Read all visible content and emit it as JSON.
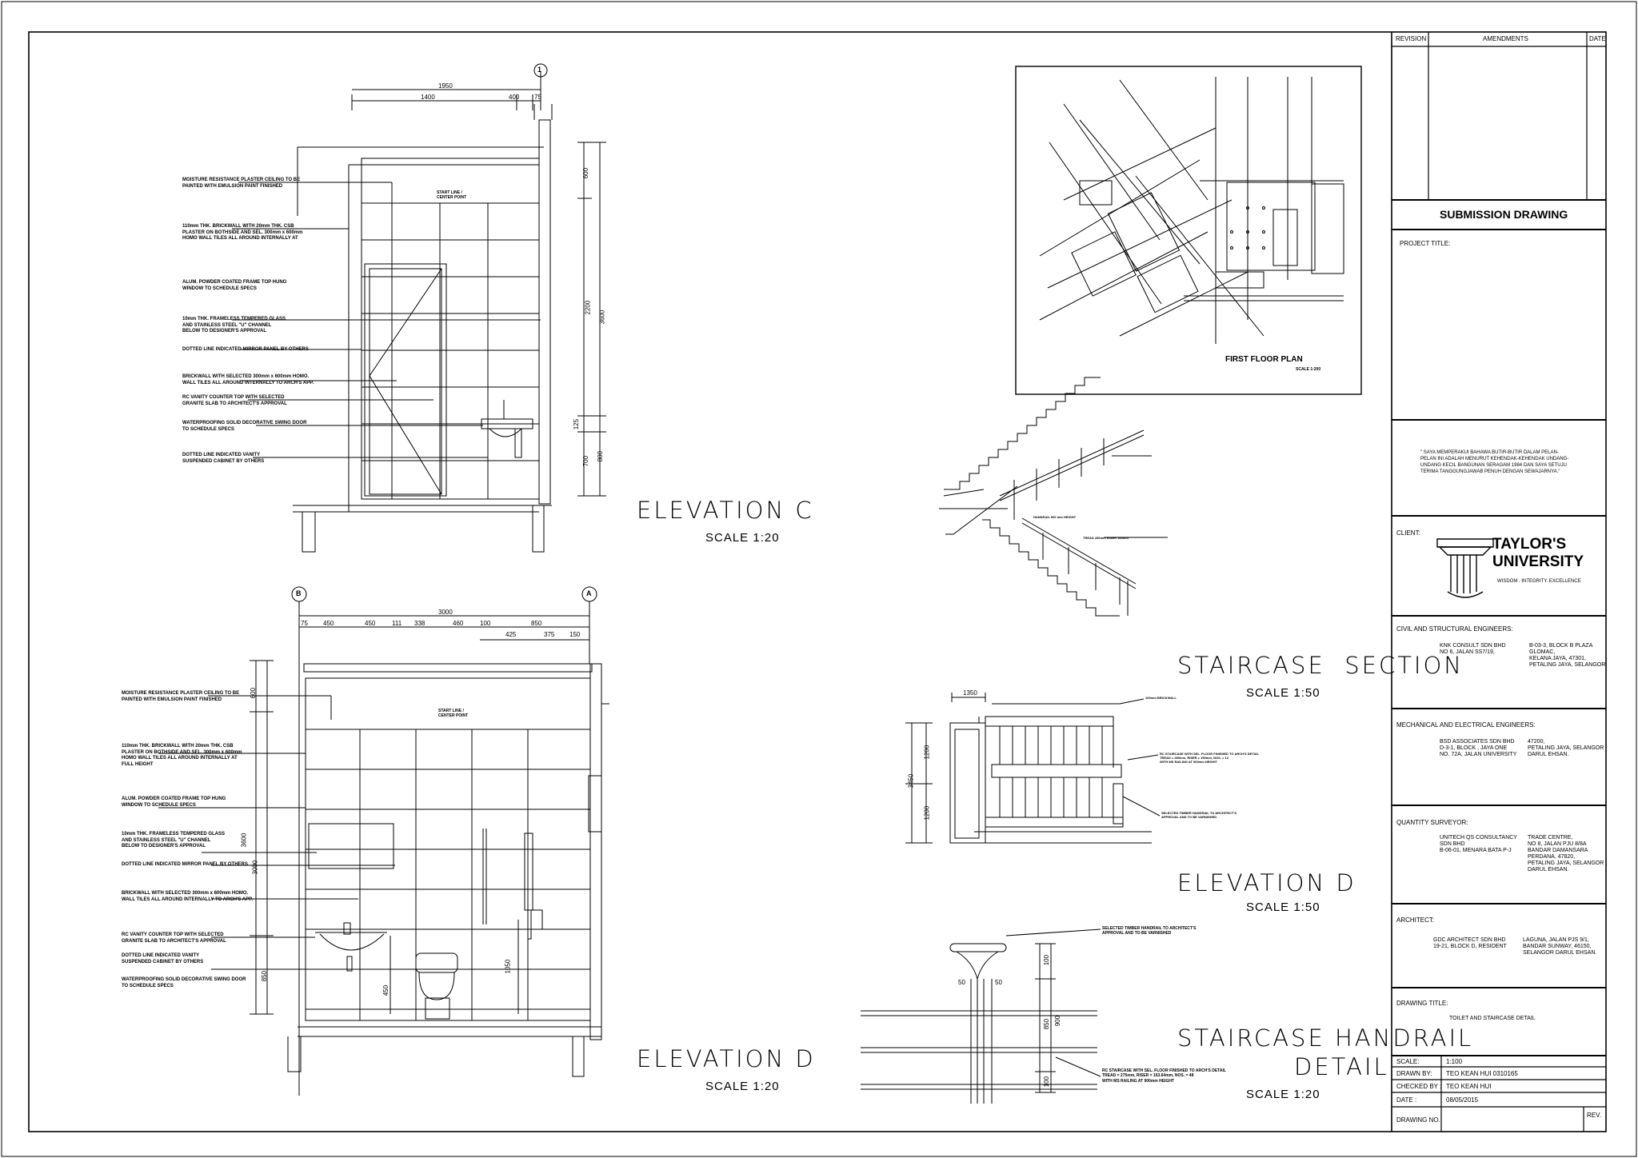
{
  "views": {
    "elev_c": {
      "title": "ELEVATION C",
      "scale": "SCALE 1:20"
    },
    "elev_d": {
      "title": "ELEVATION D",
      "scale": "SCALE 1:20"
    },
    "stair_section": {
      "title": "STAIRCASE  SECTION",
      "scale": "SCALE 1:50"
    },
    "stair_elev_d": {
      "title": "ELEVATION D",
      "scale": "SCALE 1:50"
    },
    "handrail": {
      "title1": "STAIRCASE HANDRAIL",
      "title2": "DETAIL",
      "scale": "SCALE 1:20"
    },
    "floor_plan": {
      "title": "FIRST FLOOR PLAN",
      "scale": "SCALE 1:200"
    }
  },
  "grid_markers": {
    "c1": "1",
    "dB": "B",
    "dA": "A"
  },
  "dims_c": {
    "total": "1950",
    "a": "1400",
    "b": "400",
    "c": "75",
    "v1": "600",
    "v2": "3600",
    "v3": "2200",
    "v4": "700",
    "v5": "800",
    "v6": "125"
  },
  "dims_d": {
    "total": "3000",
    "s1": "75",
    "s2": "450",
    "s3": "450",
    "s4": "111",
    "s5": "338",
    "s6": "460",
    "s7": "100",
    "s8": "850",
    "s9": "150",
    "t1": "425",
    "t2": "375",
    "v1": "600",
    "v2": "3600",
    "v3": "3000",
    "v4": "850",
    "v5": "1050",
    "v6": "450"
  },
  "dims_stair": {
    "top": "1350",
    "v1": "1200",
    "v2": "3450",
    "v3": "1200"
  },
  "dims_hand": {
    "a": "100",
    "b": "900",
    "c": "850",
    "d": "100",
    "e": "50",
    "f": "50"
  },
  "annotations_c": [
    "MOISTURE RESISTANCE PLASTER CEILING TO BE\nPAINTED WITH EMULSION PAINT FINISHED",
    "110mm THK. BRICKWALL WITH 20mm THK. CSB\nPLASTER ON BOTHSIDE AND SEL. 300mm x 600mm\nHOMO WALL TILES ALL AROUND INTERNALLY AT",
    "ALUM. POWDER COATED FRAME TOP HUNG\nWINDOW TO SCHEDULE SPECS",
    "10mm THK. FRAMELESS TEMPERED GLASS\nAND STAINLESS STEEL \"U\" CHANNEL\nBELOW TO DESIGNER'S APPROVAL",
    "DOTTED LINE INDICATED MIRROR PANEL BY OTHERS",
    "BRICKWALL WITH SELECTED 300mm x 600mm HOMO.\nWALL TILES ALL AROUND INTERNALLY TO ARCH'S APP.",
    "RC VANITY COUNTER TOP WITH SELECTED\nGRANITE SLAB TO ARCHITECT'S APPROVAL",
    "WATERPROOFING SOLID DECORATIVE SWING DOOR\nTO SCHEDULE SPECS",
    "DOTTED LINE INDICATED VANITY\nSUSPENDED CABINET BY OTHERS"
  ],
  "annotations_d": [
    "MOISTURE RESISTANCE PLASTER CEILING TO BE\nPAINTED WITH EMULSION PAINT FINISHED",
    "110mm THK. BRICKWALL WITH 20mm THK. CSB\nPLASTER ON BOTHSIDE AND SEL. 300mm x 600mm\nHOMO WALL TILES ALL AROUND INTERNALLY AT\nFULL HEIGHT",
    "ALUM. POWDER COATED FRAME TOP HUNG\nWINDOW TO SCHEDULE SPECS",
    "10mm THK. FRAMELESS TEMPERED GLASS\nAND STAINLESS STEEL \"U\" CHANNEL\nBELOW TO DESIGNER'S APPROVAL",
    "DOTTED LINE INDICATED MIRROR PANEL BY OTHERS",
    "BRICKWALL WITH SELECTED 300mm x 600mm HOMO.\nWALL TILES ALL AROUND INTERNALLY TO ARCH'S APP.",
    "RC VANITY COUNTER TOP WITH SELECTED\nGRANITE SLAB TO ARCHITECT'S APPROVAL",
    "DOTTED LINE INDICATED VANITY\nSUSPENDED CABINET BY OTHERS",
    "WATERPROOFING SOLID DECORATIVE SWING DOOR\nTO SCHEDULE SPECS"
  ],
  "tile_label": "START LINE /\nCENTER POINT",
  "stair_notes": {
    "hr_sec": "HANDRAIL 900 mm HEIGHT",
    "hr_sec2": "TREAD 280mm RISER 160mm",
    "s1": "100mm BRICKWALL",
    "s2": "RC STAIRCASE WITH SEL. FLOOR FINISHED TO ARCH'S DETAIL\nTREAD = 280mm, RISER = 150mm, NOS. = 12\nWITH MS RAILING AT 900mm HEIGHT",
    "s3": "SELECTED TIMBER HANDRAIL TO ARCHITECT'S\nAPPROVAL AND TO BE VARNISHED",
    "h1": "SELECTED TIMBER HANDRAIL TO ARCHITECT'S\nAPPROVAL AND TO BE VARNISHED",
    "h2": "RC STAIRCASE WITH SEL. FLOOR FINISHED TO ARCH'S DETAIL\nTREAD = 275mm, RISER = 163.64mm, NOS. = 48\nWITH MS RAILING AT 900mm HEIGHT"
  },
  "title_block": {
    "revision": "REVISION",
    "amendments": "AMENDMENTS",
    "date": "DATE",
    "submission": "SUBMISSION DRAWING",
    "project_title": "PROJECT TITLE:",
    "declaration": "\" SAYA MEMPERAKUI BAHAWA BUTIR-BUTIR DALAM PELAN-\nPELAN INI ADALAH MENURUT KEHENDAK-KEHENDAK UNDANG-\nUNDANG KECIL BANGUNAN SERAGAM 1984 DAN SAYA SETUJU\nTERIMA TANGGUNGJAWAB PENUH DENGAN SEWAJARNYA.\"",
    "client": "CLIENT:",
    "logo_line1": "TAYLOR'S",
    "logo_line2": "UNIVERSITY",
    "logo_tag": "WISDOM . INTEGRITY. EXCELLENCE",
    "civil_label": "CIVIL AND STRUCTURAL ENGINEERS:",
    "civil_name": "KNK CONSULT SDN BHD\nNO 6, JALAN SS7/19,",
    "civil_addr": "B-03-3, BLOCK B PLAZA\nGLOMAC,\nKELANA JAYA, 47301,\nPETALING JAYA, SELANGOR.",
    "me_label": "MECHANICAL AND ELECTRICAL ENGINEERS:",
    "me_name": "BSD ASSOCIATES SDN BHD\nD-3-1, BLOCK , JAYA ONE\nNO. 72A, JALAN UNIVERSITY",
    "me_addr": "47200,\nPETALING JAYA, SELANGOR\nDARUL EHSAN.",
    "qs_label": "QUANTITY SURVEYOR:",
    "qs_name": "UNITECH QS CONSULTANCY\nSDN BHD\nB-06-01, MENARA BATA P-J",
    "qs_addr": "TRADE CENTRE,\nNO 8, JALAN PJU 8/8A\nBANDAR DAMANSARA\nPERDANA, 47820,\nPETALING JAYA, SELANGOR\nDARUL EHSAN.",
    "arch_label": "ARCHITECT:",
    "arch_name": "GDC ARCHITECT SDN BHD\n19-21, BLOCK D, RESIDENT",
    "arch_addr": "LAGUNA, JALAN PJS 9/1,\nBANDAR SUNWAY, 46150,\nSELANGOR DARUL EHSAN.",
    "dt_label": "DRAWING TITLE:",
    "dt_value": "TOILET AND STAIRCASE DETAIL",
    "scale_label": "SCALE:",
    "scale_value": "1:100",
    "drawn_label": "DRAWN BY:",
    "drawn_value": "TEO KEAN HUI 0310165",
    "checked_label": "CHECKED BY :",
    "checked_value": "TEO KEAN HUI",
    "date_label": "DATE :",
    "date_value": "08/05/2015",
    "drawing_no_label": "DRAWING NO.:",
    "rev_label": "REV."
  }
}
